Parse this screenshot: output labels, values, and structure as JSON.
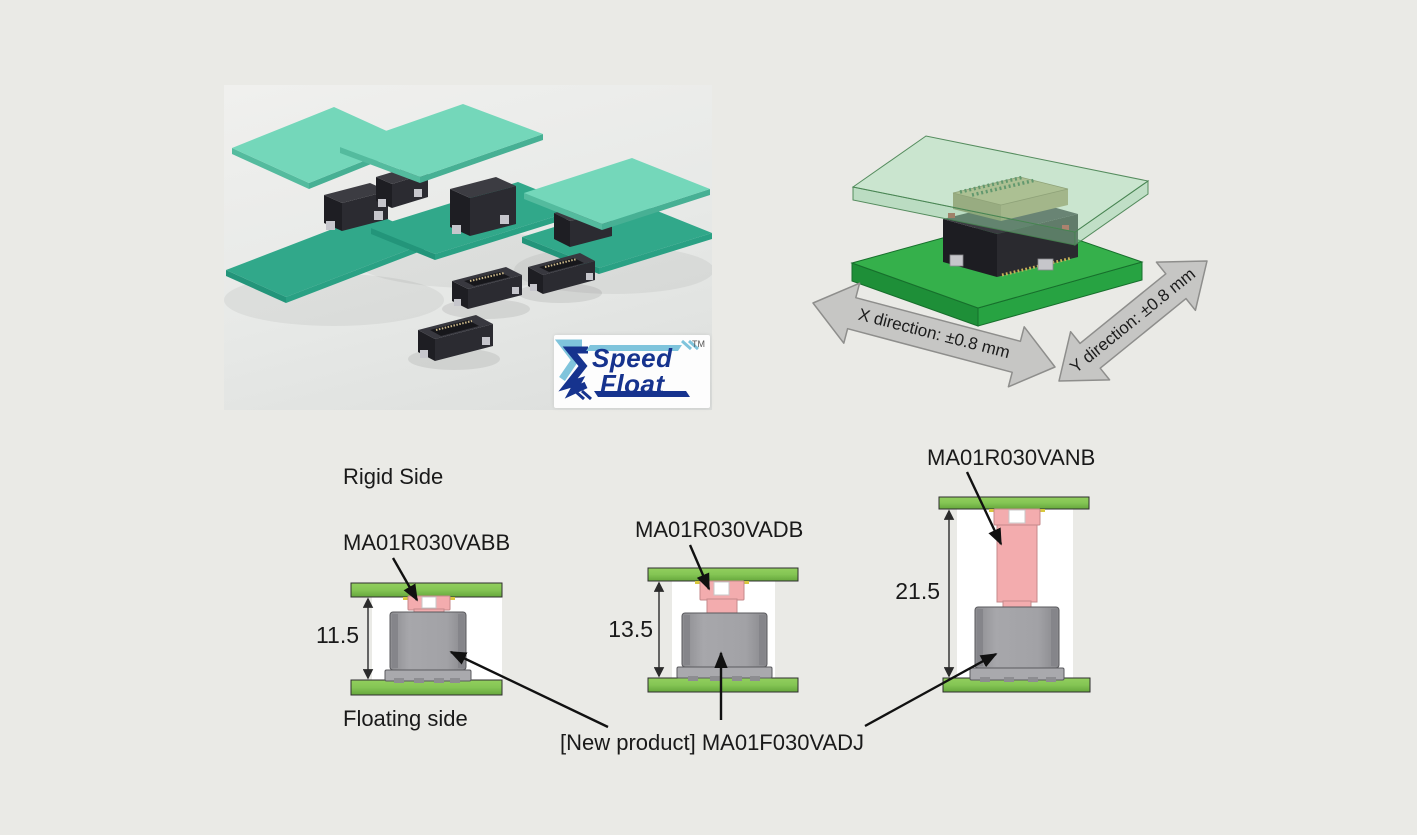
{
  "photo": {
    "logo": {
      "speed": "Speed",
      "float": "Float",
      "tm": "TM"
    }
  },
  "float_figure": {
    "x_label": "X direction: ±0.8 mm",
    "y_label": "Y direction: ±0.8 mm"
  },
  "diagram": {
    "rigid_side": "Rigid Side",
    "floating_side": "Floating side",
    "new_product": "[New product] MA01F030VADJ",
    "stacks": [
      {
        "part": "MA01R030VABB",
        "height": "11.5"
      },
      {
        "part": "MA01R030VADB",
        "height": "13.5"
      },
      {
        "part": "MA01R030VANB",
        "height": "21.5"
      }
    ]
  },
  "colors": {
    "pcb_green": "#84c554",
    "connector_pink": "#f3acae",
    "connector_gray": "#9d9da0",
    "photo_board_teal": "#74d7ba",
    "logo_navy": "#16338e",
    "logo_light_blue": "#7fc4dc",
    "arrow_gray": "#c6c6c4"
  }
}
